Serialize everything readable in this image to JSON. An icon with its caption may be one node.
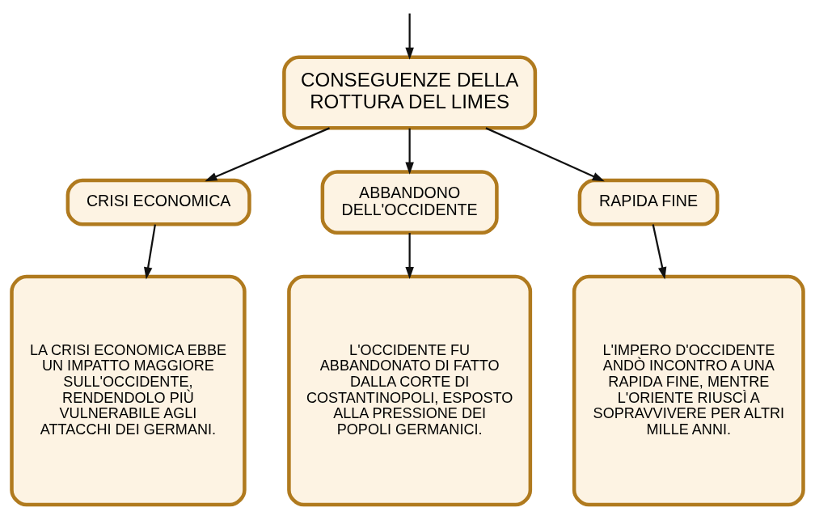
{
  "diagram": {
    "nodes": [
      {
        "text": [
          "CONSEGUENZE DELLA ROTTURA DEL LIMES"
        ]
      },
      {
        "text": [
          "CRISI ECONOMICA"
        ]
      },
      {
        "text": [
          "ABBANDONO DELL'OCCIDENTE"
        ]
      },
      {
        "text": [
          "RAPIDA FINE"
        ]
      },
      {
        "text": [
          "LA CRISI ECONOMICA EBBE UN IMPATTO MAGGIORE SULL'OCCIDENTE, RENDENDOLO PIÙ VULNERABILE AGLI ATTACCHI DEI GERMANI."
        ]
      },
      {
        "text": [
          "L'OCCIDENTE FU ABBANDONATO DI FATTO DALLA CORTE DI COSTANTINOPOLI, ESPOSTO ALLA PRESSIONE DEI POPOLI GERMANICI."
        ]
      },
      {
        "text": [
          "L'IMPERO D'OCCIDENTE ANDÒ INCONTRO A UNA RAPIDA FINE, MENTRE L'ORIENTE RIUSCÌ A SOPRAVVIVERE PER ALTRI MILLE ANNI."
        ]
      }
    ],
    "edges": [
      {
        "from": null,
        "to": 0,
        "arrow": "to"
      },
      {
        "from": 0,
        "to": 1,
        "arrow": "to"
      },
      {
        "from": 0,
        "to": 2,
        "arrow": "to"
      },
      {
        "from": 0,
        "to": 3,
        "arrow": "to"
      },
      {
        "from": 1,
        "to": 4,
        "arrow": "to"
      },
      {
        "from": 2,
        "to": 5,
        "arrow": "to"
      },
      {
        "from": 3,
        "to": 6,
        "arrow": "to"
      }
    ]
  }
}
